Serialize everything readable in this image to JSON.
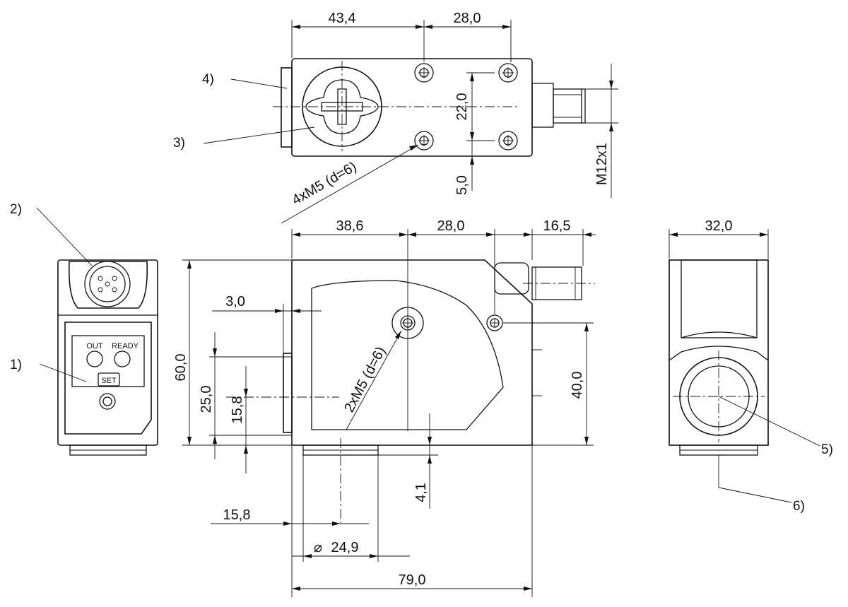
{
  "dimensions": {
    "top_width_1": "43,4",
    "top_width_2": "28,0",
    "top_hole_spacing": "22,0",
    "top_edge_offset": "5,0",
    "connector_thread": "M12x1",
    "top_holes": "4xM5 (d=6)",
    "side_width_1": "38,6",
    "side_width_2": "28,0",
    "side_connector_len": "16,5",
    "front_width": "32,0",
    "height_total": "60,0",
    "lens_offset": "3,0",
    "lens_diameter": "25,0",
    "lens_center_height": "15,8",
    "side_holes": "2xM5 (d=6)",
    "hole_height": "40,0",
    "bottom_offset": "4,1",
    "bottom_lens_offset": "15,8",
    "bottom_lens_diameter": "24,9",
    "total_length": "79,0"
  },
  "callouts": [
    "1)",
    "2)",
    "3)",
    "4)",
    "5)",
    "6)"
  ],
  "front_panel": {
    "led_out": "OUT",
    "led_ready": "READY",
    "set_button": "SET"
  }
}
